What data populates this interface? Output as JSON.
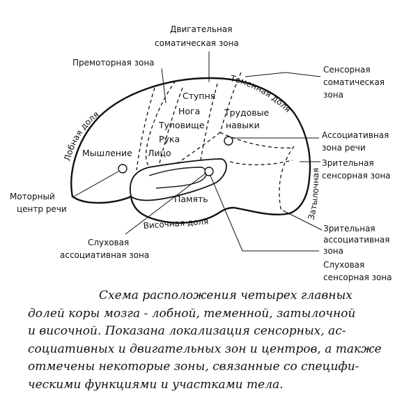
{
  "labels": {
    "motor_somatic": [
      "Двигательная",
      "соматическая зона"
    ],
    "premotor": "Премоторная зона",
    "sensory_somatic": [
      "Сенсорная",
      "соматическая",
      "зона"
    ],
    "speech_assoc": [
      "Ассоциативная",
      "зона речи"
    ],
    "visual_sensory": [
      "Зрительная",
      "сенсорная зона"
    ],
    "motor_speech": [
      "Моторный",
      "центр речи"
    ],
    "auditory_assoc": [
      "Слуховая",
      "ассоциативная зона"
    ],
    "visual_assoc": [
      "Зрительная",
      "ассоциативная",
      "зона"
    ],
    "auditory_sensory": [
      "Слуховая",
      "сенсорная зона"
    ]
  },
  "brain": {
    "foot": "Ступня",
    "leg": "Нога",
    "trunk": "Туловище",
    "hand": "Рука",
    "face": "Лицо",
    "thinking": "Мышление",
    "work_skills": [
      "Трудовые",
      "навыки"
    ],
    "memory": "Память"
  },
  "lobes": {
    "frontal": "Лобная доля",
    "parietal": "Теменная доля",
    "temporal": "Височная доля",
    "occipital": "Затылочная доля"
  },
  "caption": [
    "Схема расположения четырех главных",
    "долей коры мозга - лобной, теменной, затылочной",
    "и височной. Показана локализация сенсорных, ас-",
    "социативных и двигательных зон и центров, а также",
    "отмечены некоторые зоны, связанные со специфи-",
    "ческими функциями и участками тела."
  ]
}
